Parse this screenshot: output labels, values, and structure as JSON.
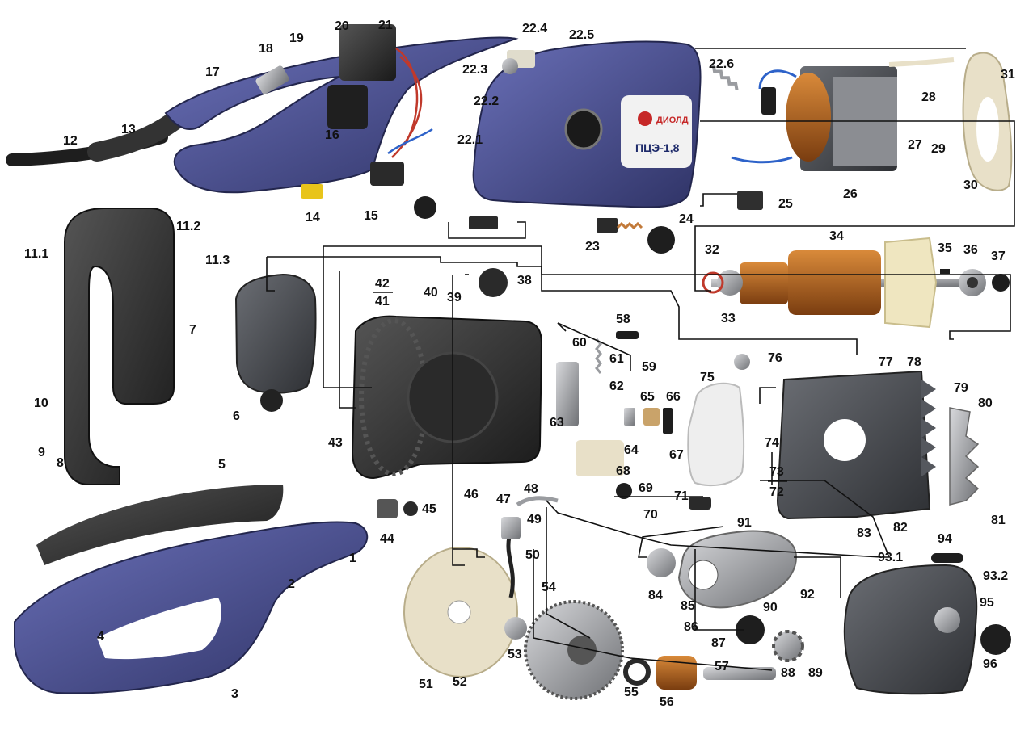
{
  "diagram": {
    "device_label": "ПЦЭ-1,8",
    "brand_label": "ДИОЛД",
    "colors": {
      "housing": "#4a4f8f",
      "housing_dark": "#2f3366",
      "black_plastic": "#2b2b2b",
      "dark_gray": "#3d3f44",
      "cream": "#e8e0c8",
      "copper": "#b5651d",
      "steel": "#9a9ca0",
      "line": "#111111"
    },
    "callouts": [
      {
        "id": "c1",
        "text": "1"
      },
      {
        "id": "c2",
        "text": "2"
      },
      {
        "id": "c3",
        "text": "3"
      },
      {
        "id": "c4",
        "text": "4"
      },
      {
        "id": "c5",
        "text": "5"
      },
      {
        "id": "c6",
        "text": "6"
      },
      {
        "id": "c7",
        "text": "7"
      },
      {
        "id": "c8",
        "text": "8"
      },
      {
        "id": "c9",
        "text": "9"
      },
      {
        "id": "c10",
        "text": "10"
      },
      {
        "id": "c11_1",
        "text": "11.1"
      },
      {
        "id": "c11_2",
        "text": "11.2"
      },
      {
        "id": "c11_3",
        "text": "11.3"
      },
      {
        "id": "c12",
        "text": "12"
      },
      {
        "id": "c13",
        "text": "13"
      },
      {
        "id": "c14",
        "text": "14"
      },
      {
        "id": "c15",
        "text": "15"
      },
      {
        "id": "c16",
        "text": "16"
      },
      {
        "id": "c17",
        "text": "17"
      },
      {
        "id": "c18",
        "text": "18"
      },
      {
        "id": "c19",
        "text": "19"
      },
      {
        "id": "c20",
        "text": "20"
      },
      {
        "id": "c21",
        "text": "21"
      },
      {
        "id": "c22_1",
        "text": "22.1"
      },
      {
        "id": "c22_2",
        "text": "22.2"
      },
      {
        "id": "c22_3",
        "text": "22.3"
      },
      {
        "id": "c22_4",
        "text": "22.4"
      },
      {
        "id": "c22_5",
        "text": "22.5"
      },
      {
        "id": "c22_6",
        "text": "22.6"
      },
      {
        "id": "c23",
        "text": "23"
      },
      {
        "id": "c24",
        "text": "24"
      },
      {
        "id": "c25",
        "text": "25"
      },
      {
        "id": "c26",
        "text": "26"
      },
      {
        "id": "c27",
        "text": "27"
      },
      {
        "id": "c28",
        "text": "28"
      },
      {
        "id": "c29",
        "text": "29"
      },
      {
        "id": "c30",
        "text": "30"
      },
      {
        "id": "c31",
        "text": "31"
      },
      {
        "id": "c32",
        "text": "32"
      },
      {
        "id": "c33",
        "text": "33"
      },
      {
        "id": "c34",
        "text": "34"
      },
      {
        "id": "c35",
        "text": "35"
      },
      {
        "id": "c36",
        "text": "36"
      },
      {
        "id": "c37",
        "text": "37"
      },
      {
        "id": "c38",
        "text": "38"
      },
      {
        "id": "c39",
        "text": "39"
      },
      {
        "id": "c40",
        "text": "40"
      },
      {
        "id": "c41",
        "text": "41"
      },
      {
        "id": "c42",
        "text": "42"
      },
      {
        "id": "c43",
        "text": "43"
      },
      {
        "id": "c44",
        "text": "44"
      },
      {
        "id": "c45",
        "text": "45"
      },
      {
        "id": "c46",
        "text": "46"
      },
      {
        "id": "c47",
        "text": "47"
      },
      {
        "id": "c48",
        "text": "48"
      },
      {
        "id": "c49",
        "text": "49"
      },
      {
        "id": "c50",
        "text": "50"
      },
      {
        "id": "c51",
        "text": "51"
      },
      {
        "id": "c52",
        "text": "52"
      },
      {
        "id": "c53",
        "text": "53"
      },
      {
        "id": "c54",
        "text": "54"
      },
      {
        "id": "c55",
        "text": "55"
      },
      {
        "id": "c56",
        "text": "56"
      },
      {
        "id": "c57",
        "text": "57"
      },
      {
        "id": "c58",
        "text": "58"
      },
      {
        "id": "c59",
        "text": "59"
      },
      {
        "id": "c60",
        "text": "60"
      },
      {
        "id": "c61",
        "text": "61"
      },
      {
        "id": "c62",
        "text": "62"
      },
      {
        "id": "c63",
        "text": "63"
      },
      {
        "id": "c64",
        "text": "64"
      },
      {
        "id": "c65",
        "text": "65"
      },
      {
        "id": "c66",
        "text": "66"
      },
      {
        "id": "c67",
        "text": "67"
      },
      {
        "id": "c68",
        "text": "68"
      },
      {
        "id": "c69",
        "text": "69"
      },
      {
        "id": "c70",
        "text": "70"
      },
      {
        "id": "c71",
        "text": "71"
      },
      {
        "id": "c72",
        "text": "72"
      },
      {
        "id": "c73",
        "text": "73"
      },
      {
        "id": "c74",
        "text": "74"
      },
      {
        "id": "c75",
        "text": "75"
      },
      {
        "id": "c76",
        "text": "76"
      },
      {
        "id": "c77",
        "text": "77"
      },
      {
        "id": "c78",
        "text": "78"
      },
      {
        "id": "c79",
        "text": "79"
      },
      {
        "id": "c80",
        "text": "80"
      },
      {
        "id": "c81",
        "text": "81"
      },
      {
        "id": "c82",
        "text": "82"
      },
      {
        "id": "c83",
        "text": "83"
      },
      {
        "id": "c84",
        "text": "84"
      },
      {
        "id": "c85",
        "text": "85"
      },
      {
        "id": "c86",
        "text": "86"
      },
      {
        "id": "c87",
        "text": "87"
      },
      {
        "id": "c88",
        "text": "88"
      },
      {
        "id": "c89",
        "text": "89"
      },
      {
        "id": "c90",
        "text": "90"
      },
      {
        "id": "c91",
        "text": "91"
      },
      {
        "id": "c92",
        "text": "92"
      },
      {
        "id": "c93_1",
        "text": "93.1"
      },
      {
        "id": "c93_2",
        "text": "93.2"
      },
      {
        "id": "c94",
        "text": "94"
      },
      {
        "id": "c95",
        "text": "95"
      },
      {
        "id": "c96",
        "text": "96"
      }
    ]
  }
}
